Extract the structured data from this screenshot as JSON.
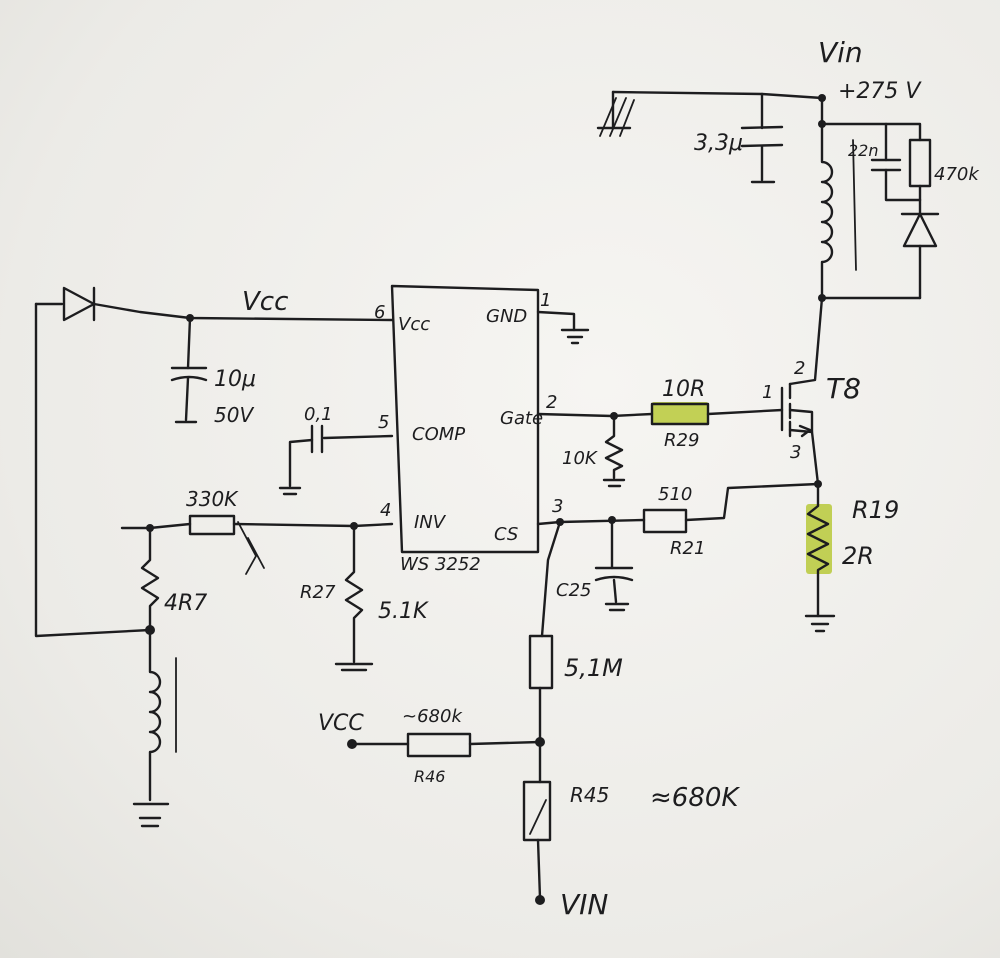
{
  "supply": {
    "title": "Vin",
    "voltage": "+275 V",
    "vcc_top": "Vcc",
    "vcc_left": "VCC",
    "vin_bottom": "VIN"
  },
  "ic": {
    "part": "WS 3252",
    "pins": {
      "vcc": {
        "num": "6",
        "name": "Vcc"
      },
      "gnd": {
        "num": "1",
        "name": "GND"
      },
      "comp": {
        "num": "5",
        "name": "COMP"
      },
      "gate": {
        "num": "2",
        "name": "Gate"
      },
      "inv": {
        "num": "4",
        "name": "INV"
      },
      "cs": {
        "num": "3",
        "name": "CS"
      }
    }
  },
  "components": {
    "c_bulk": "3,3μ",
    "c_vcc_val": "10μ",
    "c_vcc_volt": "50V",
    "c_comp": "0,1",
    "c_snubber": "22n",
    "r_snubber": "470k",
    "r_gate": "10R",
    "r_gate_ref": "R29",
    "r_pulldown": "10K",
    "r_cs": "510",
    "r_cs_ref": "R21",
    "c_cs_ref": "C25",
    "r_sense_ref": "R19",
    "r_sense": "2R",
    "mosfet": "T8",
    "mosfet_pin_g": "1",
    "mosfet_pin_d": "2",
    "mosfet_pin_s": "3",
    "r_fb_top": "330K",
    "r_aux": "4R7",
    "r27_ref": "R27",
    "r27_val": "5.1K",
    "r_5m": "5,1M",
    "r46_val": "~680k",
    "r46_ref": "R46",
    "r45_ref": "R45",
    "r45_val": "≈680K"
  },
  "colors": {
    "ink": "#1d1d1f",
    "highlight": "#b9c93a",
    "paper": "#ecebe7"
  }
}
